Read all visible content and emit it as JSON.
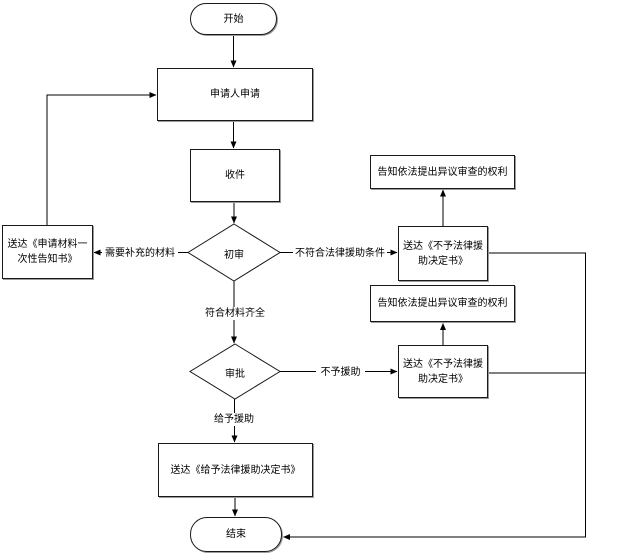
{
  "flowchart": {
    "nodes": {
      "start": {
        "label": "开始"
      },
      "apply": {
        "label": "申请人申请"
      },
      "receive": {
        "label": "收件"
      },
      "initial_review": {
        "label": "初审"
      },
      "notify_materials": {
        "label": "送达《申请材料一次性告知书》"
      },
      "inform_objection_top": {
        "label": "告知依法提出异议审查的权利"
      },
      "deny_decision_top": {
        "label": "送达《不予法律援助决定书》"
      },
      "inform_objection_mid": {
        "label": "告知依法提出异议审查的权利"
      },
      "deny_decision_mid": {
        "label": "送达《不予法律援助决定书》"
      },
      "approval": {
        "label": "审批"
      },
      "grant_decision": {
        "label": "送达《给予法律援助决定书》"
      },
      "end": {
        "label": "结束"
      }
    },
    "edge_labels": {
      "need_supplement": "需要补充的材料",
      "not_qualified": "不符合法律援助条件",
      "materials_complete": "符合材料齐全",
      "deny_aid": "不予援助",
      "grant_aid": "给予援助"
    },
    "colors": {
      "line": "#000000",
      "node_border": "#1a1a1a",
      "node_fill": "#ffffff",
      "text": "#000000",
      "shadow": "#9a9a9a",
      "background": "#ffffff"
    }
  }
}
